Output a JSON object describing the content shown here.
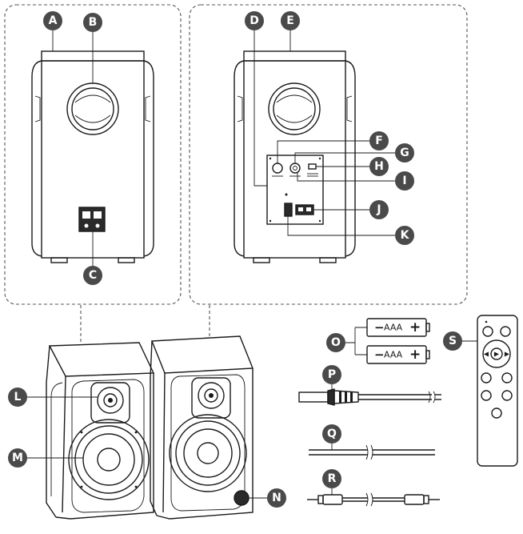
{
  "callouts": [
    {
      "id": "A",
      "letter": "A"
    },
    {
      "id": "B",
      "letter": "B"
    },
    {
      "id": "C",
      "letter": "C"
    },
    {
      "id": "D",
      "letter": "D"
    },
    {
      "id": "E",
      "letter": "E"
    },
    {
      "id": "F",
      "letter": "F"
    },
    {
      "id": "G",
      "letter": "G"
    },
    {
      "id": "H",
      "letter": "H"
    },
    {
      "id": "I",
      "letter": "I"
    },
    {
      "id": "J",
      "letter": "J"
    },
    {
      "id": "K",
      "letter": "K"
    },
    {
      "id": "L",
      "letter": "L"
    },
    {
      "id": "M",
      "letter": "M"
    },
    {
      "id": "N",
      "letter": "N"
    },
    {
      "id": "O",
      "letter": "O"
    },
    {
      "id": "P",
      "letter": "P"
    },
    {
      "id": "Q",
      "letter": "Q"
    },
    {
      "id": "R",
      "letter": "R"
    },
    {
      "id": "S",
      "letter": "S"
    }
  ],
  "batteries": [
    {
      "label": "AAA",
      "minus": "−",
      "plus": "+"
    },
    {
      "label": "AAA",
      "minus": "−",
      "plus": "+"
    }
  ],
  "colors": {
    "badge": "#4a4a4a",
    "line": "#1a1a1a"
  }
}
